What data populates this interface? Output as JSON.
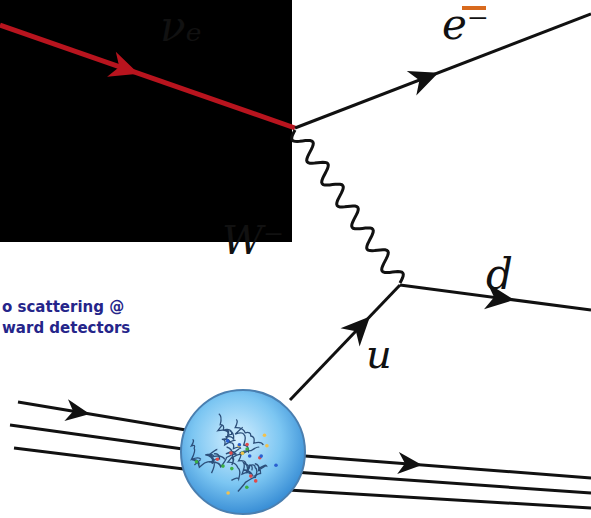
{
  "diagram": {
    "labels": [
      "νₑ",
      "e⁻",
      "W⁻",
      "d",
      "u",
      "o scattering @",
      "ward detectors"
    ]
  }
}
